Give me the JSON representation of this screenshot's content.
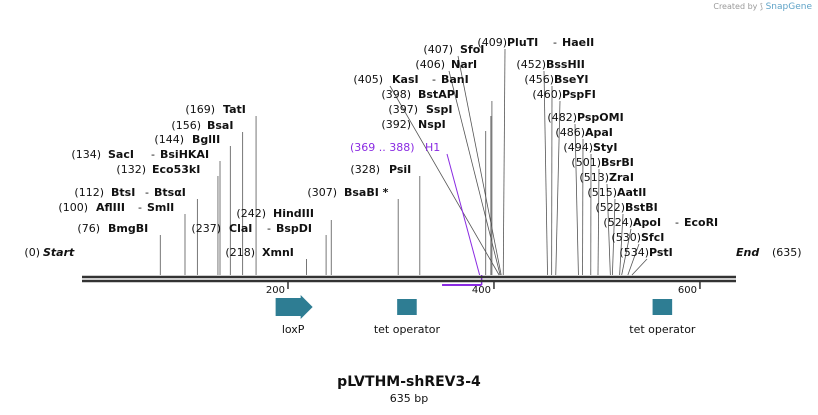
{
  "watermark": {
    "prefix": "Created by",
    "brand": "SnapGene"
  },
  "plasmid": {
    "name": "pLVTHM-shREV3-4",
    "length": "635 bp",
    "total": 635
  },
  "ends": {
    "start": {
      "pos": "(0)",
      "label": "Start"
    },
    "end": {
      "pos": "(635)",
      "label": "End"
    }
  },
  "ruler": {
    "ticks": [
      {
        "value": 200,
        "label": "200"
      },
      {
        "value": 400,
        "label": "400"
      },
      {
        "value": 600,
        "label": "600"
      }
    ]
  },
  "colors": {
    "feature": "#2e7d93",
    "primer": "#8a2be2",
    "text": "#111111",
    "line": "#555555"
  },
  "sites": [
    {
      "id": "bmgbi",
      "pos": "(76)",
      "name": "BmgBI",
      "bp": 76
    },
    {
      "id": "afliii",
      "pos": "(100)",
      "name": "AflIII",
      "name2": "SmlI",
      "bp": 100
    },
    {
      "id": "btsi",
      "pos": "(112)",
      "name": "BtsI",
      "name2": "BtsαI",
      "bp": 112
    },
    {
      "id": "eco53ki",
      "pos": "(132)",
      "name": "Eco53kI",
      "bp": 132
    },
    {
      "id": "saci",
      "pos": "(134)",
      "name": "SacI",
      "name2": "BsiHKAI",
      "bp": 134
    },
    {
      "id": "bglii",
      "pos": "(144)",
      "name": "BglII",
      "bp": 144
    },
    {
      "id": "bsai",
      "pos": "(156)",
      "name": "BsaI",
      "bp": 156
    },
    {
      "id": "tati",
      "pos": "(169)",
      "name": "TatI",
      "bp": 169
    },
    {
      "id": "xmni",
      "pos": "(218)",
      "name": "XmnI",
      "bp": 218
    },
    {
      "id": "clai",
      "pos": "(237)",
      "name": "ClaI",
      "name2": "BspDI",
      "bp": 237
    },
    {
      "id": "hindiii",
      "pos": "(242)",
      "name": "HindIII",
      "bp": 242
    },
    {
      "id": "bsabi",
      "pos": "(307)",
      "name": "BsaBI *",
      "bp": 307
    },
    {
      "id": "psii",
      "pos": "(328)",
      "name": "PsiI",
      "bp": 328
    },
    {
      "id": "nspi",
      "pos": "(392)",
      "name": "NspI",
      "bp": 392
    },
    {
      "id": "sspi",
      "pos": "(397)",
      "name": "SspI",
      "bp": 397
    },
    {
      "id": "bstapi",
      "pos": "(398)",
      "name": "BstAPI",
      "bp": 398
    },
    {
      "id": "kasi",
      "pos": "(405)",
      "name": "KasI",
      "name2": "BanI",
      "bp": 405
    },
    {
      "id": "nari",
      "pos": "(406)",
      "name": "NarI",
      "bp": 406
    },
    {
      "id": "sfoi",
      "pos": "(407)",
      "name": "SfoI",
      "bp": 407
    },
    {
      "id": "pluti",
      "pos": "(409)",
      "name": "PluTI",
      "name2": "HaeII",
      "bp": 409
    },
    {
      "id": "bsshii",
      "pos": "(452)",
      "name": "BssHII",
      "bp": 452
    },
    {
      "id": "bseyi",
      "pos": "(456)",
      "name": "BseYI",
      "bp": 456
    },
    {
      "id": "pspfi",
      "pos": "(460)",
      "name": "PspFI",
      "bp": 460
    },
    {
      "id": "pspomi",
      "pos": "(482)",
      "name": "PspOMI",
      "bp": 482
    },
    {
      "id": "apai",
      "pos": "(486)",
      "name": "ApaI",
      "bp": 486
    },
    {
      "id": "styi",
      "pos": "(494)",
      "name": "StyI",
      "bp": 494
    },
    {
      "id": "bsrbi",
      "pos": "(501)",
      "name": "BsrBI",
      "bp": 501
    },
    {
      "id": "zrai",
      "pos": "(513)",
      "name": "ZraI",
      "bp": 513
    },
    {
      "id": "aatii",
      "pos": "(515)",
      "name": "AatII",
      "bp": 515
    },
    {
      "id": "bstbi",
      "pos": "(522)",
      "name": "BstBI",
      "bp": 522
    },
    {
      "id": "apoi",
      "pos": "(524)",
      "name": "ApoI",
      "name2": "EcoRI",
      "bp": 524
    },
    {
      "id": "sfci",
      "pos": "(530)",
      "name": "SfcI",
      "bp": 530
    },
    {
      "id": "psti",
      "pos": "(534)",
      "name": "PstI",
      "bp": 534
    }
  ],
  "primer": {
    "pos": "(369 .. 388)",
    "name": "H1",
    "start": 369,
    "end": 388
  },
  "features": [
    {
      "id": "loxp",
      "label": "loxP",
      "start": 188,
      "end": 222,
      "arrow": true
    },
    {
      "id": "tet-operator-1",
      "label": "tet operator",
      "start": 306,
      "end": 325,
      "arrow": false
    },
    {
      "id": "tet-operator-2",
      "label": "tet operator",
      "start": 554,
      "end": 573,
      "arrow": false
    }
  ]
}
